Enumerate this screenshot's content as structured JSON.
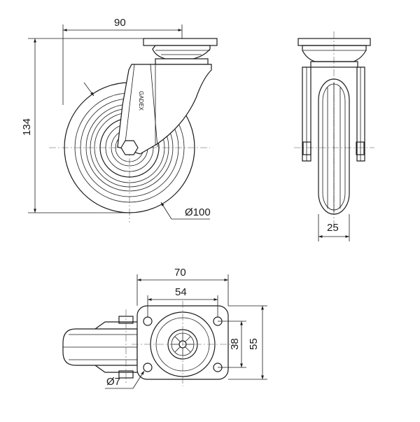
{
  "dimensions": {
    "mount_width": "90",
    "total_height": "134",
    "wheel_diameter": "Ø100",
    "wheel_width": "25",
    "plate_width": "70",
    "hole_spacing_x": "54",
    "hole_spacing_y": "38",
    "plate_length": "55",
    "hole_diameter": "Ø7"
  },
  "brand_mark": "GADEX"
}
